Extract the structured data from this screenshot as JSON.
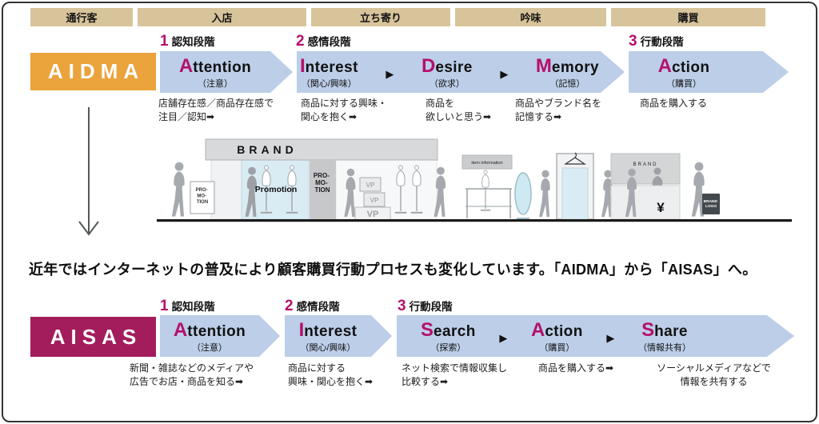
{
  "colors": {
    "header_tan": "#D8C49B",
    "arrow_blue": "#BCCEE8",
    "aidma_orange": "#EBA33C",
    "aisas_magenta": "#A31D5C",
    "accent_magenta": "#B5106B",
    "silhouette_gray": "#A6AAAE",
    "glass_blue": "#D9EBF3"
  },
  "glyphs": {
    "separator": "▶"
  },
  "stage_header": {
    "cells": [
      "通行客",
      "入店",
      "立ち寄り",
      "吟味",
      "購買"
    ]
  },
  "aidma": {
    "label": "AIDMA",
    "stages": [
      {
        "num": "1",
        "name": "認知段階"
      },
      {
        "num": "2",
        "name": "感情段階"
      },
      {
        "num": "3",
        "name": "行動段階"
      }
    ],
    "steps": [
      {
        "head": "A",
        "tail": "ttention",
        "sub": "（注意）",
        "desc": [
          "店舗存在感／商品存在感で",
          "注目／認知➡"
        ]
      },
      {
        "head": "I",
        "tail": "nterest",
        "sub": "（関心/興味）",
        "desc": [
          "商品に対する興味・",
          "関心を抱く➡"
        ]
      },
      {
        "head": "D",
        "tail": "esire",
        "sub": "（欲求）",
        "desc": [
          "商品を",
          "欲しいと思う➡"
        ]
      },
      {
        "head": "M",
        "tail": "emory",
        "sub": "（記憶）",
        "desc": [
          "商品やブランド名を",
          "記憶する➡"
        ]
      },
      {
        "head": "A",
        "tail": "ction",
        "sub": "（購買）",
        "desc": [
          "商品を購入する"
        ]
      }
    ]
  },
  "store_illustration": {
    "brand_sign": "BRAND",
    "promo_lines": [
      "PRO-",
      "MO-",
      "TION"
    ],
    "window_label": "Promotion",
    "vp_label": "VP",
    "info_sign": "item information",
    "register_sign": "BRAND",
    "price_symbol": "¥",
    "bag_lines": [
      "BRAND",
      "LOGO"
    ]
  },
  "transition": {
    "text": "近年ではインターネットの普及により顧客購買行動プロセスも変化しています。「AIDMA」から「AISAS」へ。"
  },
  "aisas": {
    "label": "AISAS",
    "stages": [
      {
        "num": "1",
        "name": "認知段階"
      },
      {
        "num": "2",
        "name": "感情段階"
      },
      {
        "num": "3",
        "name": "行動段階"
      }
    ],
    "steps": [
      {
        "head": "A",
        "tail": "ttention",
        "sub": "（注意）",
        "desc": [
          "新聞・雑誌などのメディアや",
          "広告でお店・商品を知る➡"
        ]
      },
      {
        "head": "I",
        "tail": "nterest",
        "sub": "（関心/興味）",
        "desc": [
          "商品に対する",
          "興味・関心を抱く➡"
        ]
      },
      {
        "head": "S",
        "tail": "earch",
        "sub": "（探索）",
        "desc": [
          "ネット検索で情報収集し",
          "比較する➡"
        ]
      },
      {
        "head": "A",
        "tail": "ction",
        "sub": "（購買）",
        "desc": [
          "商品を購入する➡"
        ]
      },
      {
        "head": "S",
        "tail": "hare",
        "sub": "（情報共有）",
        "desc": [
          "ソーシャルメディアなどで",
          "情報を共有する"
        ]
      }
    ]
  }
}
